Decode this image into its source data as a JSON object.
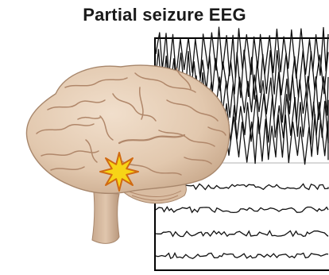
{
  "title": "Partial seizure EEG",
  "colors": {
    "brain_fill": "#e3cbb3",
    "brain_shadow": "#bfa086",
    "brain_outline": "#a8876c",
    "sulcus": "#b0876a",
    "focus_fill": "#f7d417",
    "focus_stroke": "#d06a12",
    "eeg_trace": "#111111",
    "eeg_frame": "#000000"
  },
  "eeg": {
    "seizure_channels": 5,
    "normal_channels": 4,
    "seizure_amplitude": 1.0,
    "normal_amplitude": 0.12
  },
  "icons": [
    "brain-illustration",
    "seizure-focus-star-icon"
  ]
}
